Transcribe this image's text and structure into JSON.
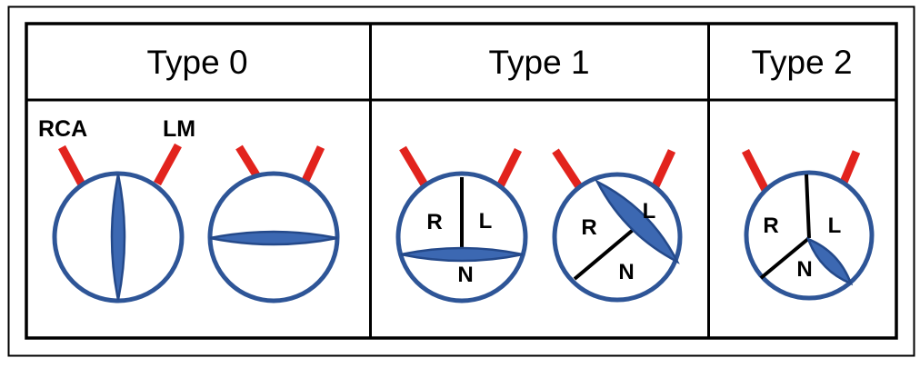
{
  "diagram": {
    "headers": [
      {
        "id": "type-0",
        "label": "Type 0"
      },
      {
        "id": "type-1",
        "label": "Type 1"
      },
      {
        "id": "type-2",
        "label": "Type 2"
      }
    ],
    "artery_labels": {
      "rca": "RCA",
      "lm": "LM"
    },
    "valves": [
      {
        "id": "type0-vertical-raphe",
        "cusps": {}
      },
      {
        "id": "type0-horizontal-raphe",
        "cusps": {}
      },
      {
        "id": "type1-first",
        "cusps": {
          "r": "R",
          "l": "L",
          "n": "N"
        }
      },
      {
        "id": "type1-second",
        "cusps": {
          "r": "R",
          "l": "L",
          "n": "N"
        }
      },
      {
        "id": "type2",
        "cusps": {
          "r": "R",
          "l": "L",
          "n": "N"
        }
      }
    ],
    "colors": {
      "valve_blue": "#2E5597",
      "raphe_fill": "#3C68B2",
      "raphe_edge": "#24498A",
      "artery_red": "#E2231D",
      "commissure_black": "#000000",
      "border_black": "#000000"
    }
  }
}
